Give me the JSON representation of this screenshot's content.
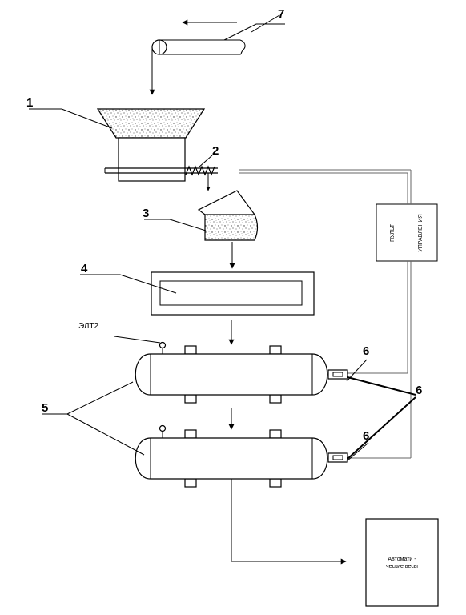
{
  "labels": {
    "n1": "1",
    "n2": "2",
    "n3": "3",
    "n4": "4",
    "n5": "5",
    "n6a": "6",
    "n6b": "6",
    "n6c": "6",
    "n7": "7",
    "elt2": "ЭЛТ2"
  },
  "control_panel": {
    "line1": "ПУЛЬТ",
    "line2": "УПРАВЛЕНИЯ"
  },
  "scales": {
    "line1": "Автомати -",
    "line2": "ческие весы"
  }
}
